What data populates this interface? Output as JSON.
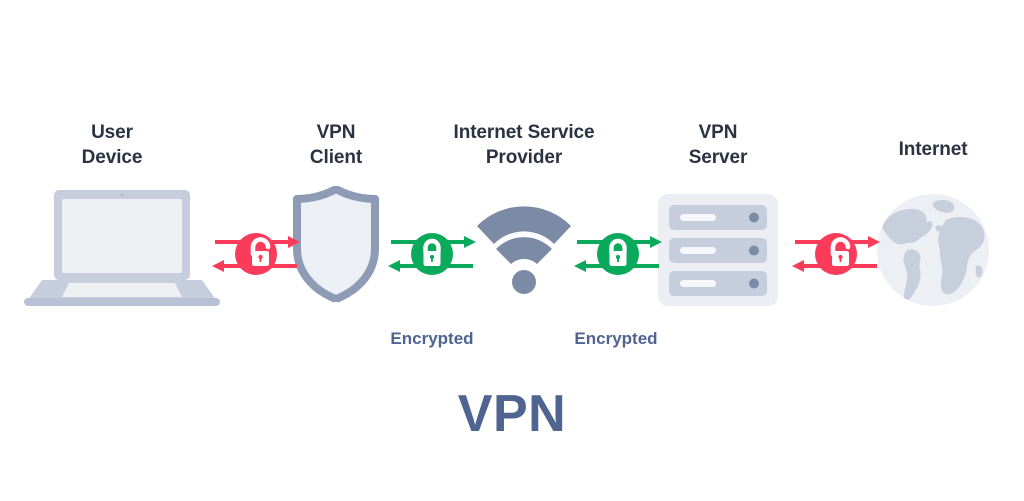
{
  "diagram": {
    "title": "VPN",
    "background_color": "#ffffff",
    "label_color": "#2b3241",
    "accent_color": "#4f6490",
    "insecure_color": "#fa3c5a",
    "secure_color": "#0aa95c",
    "device_color": "#c6cedd",
    "device_light_color": "#eef0f4",
    "device_outline_color": "#8d9bb5"
  },
  "nodes": [
    {
      "id": "user-device",
      "label": "User\nDevice",
      "icon": "laptop-icon"
    },
    {
      "id": "vpn-client",
      "label": "VPN\nClient",
      "icon": "shield-icon"
    },
    {
      "id": "internet-service-provider",
      "label": "Internet Service\nProvider",
      "icon": "wifi-icon"
    },
    {
      "id": "vpn-server",
      "label": "VPN\nServer",
      "icon": "server-rack-icon"
    },
    {
      "id": "internet",
      "label": "Internet",
      "icon": "globe-icon"
    }
  ],
  "links": [
    {
      "id": "link-user-to-client",
      "state": "unencrypted",
      "icon": "unlocked-padlock-icon",
      "color": "#fa3c5a",
      "caption": ""
    },
    {
      "id": "link-client-to-isp",
      "state": "encrypted",
      "icon": "locked-padlock-icon",
      "color": "#0aa95c",
      "caption": "Encrypted"
    },
    {
      "id": "link-isp-to-server",
      "state": "encrypted",
      "icon": "locked-padlock-icon",
      "color": "#0aa95c",
      "caption": "Encrypted"
    },
    {
      "id": "link-server-to-internet",
      "state": "unencrypted",
      "icon": "unlocked-padlock-icon",
      "color": "#fa3c5a",
      "caption": ""
    }
  ],
  "captions": {
    "encrypted_left": "Encrypted",
    "encrypted_right": "Encrypted"
  }
}
